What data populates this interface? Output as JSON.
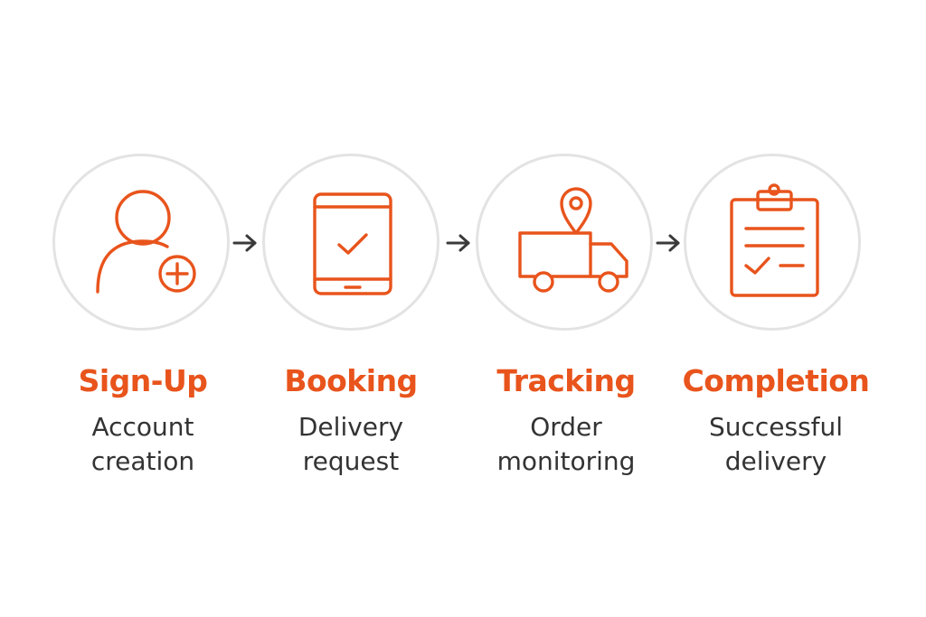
{
  "colors": {
    "accent": "#e8541c",
    "text": "#333333",
    "circle_border": "#e3e3e3",
    "arrow": "#3a3a3a"
  },
  "steps": [
    {
      "title": "Sign-Up",
      "description": "Account\ncreation",
      "icon": "user-add-icon"
    },
    {
      "title": "Booking",
      "description": "Delivery\nrequest",
      "icon": "tablet-check-icon"
    },
    {
      "title": "Tracking",
      "description": "Order\nmonitoring",
      "icon": "delivery-truck-pin-icon"
    },
    {
      "title": "Completion",
      "description": "Successful\ndelivery",
      "icon": "clipboard-check-icon"
    }
  ]
}
